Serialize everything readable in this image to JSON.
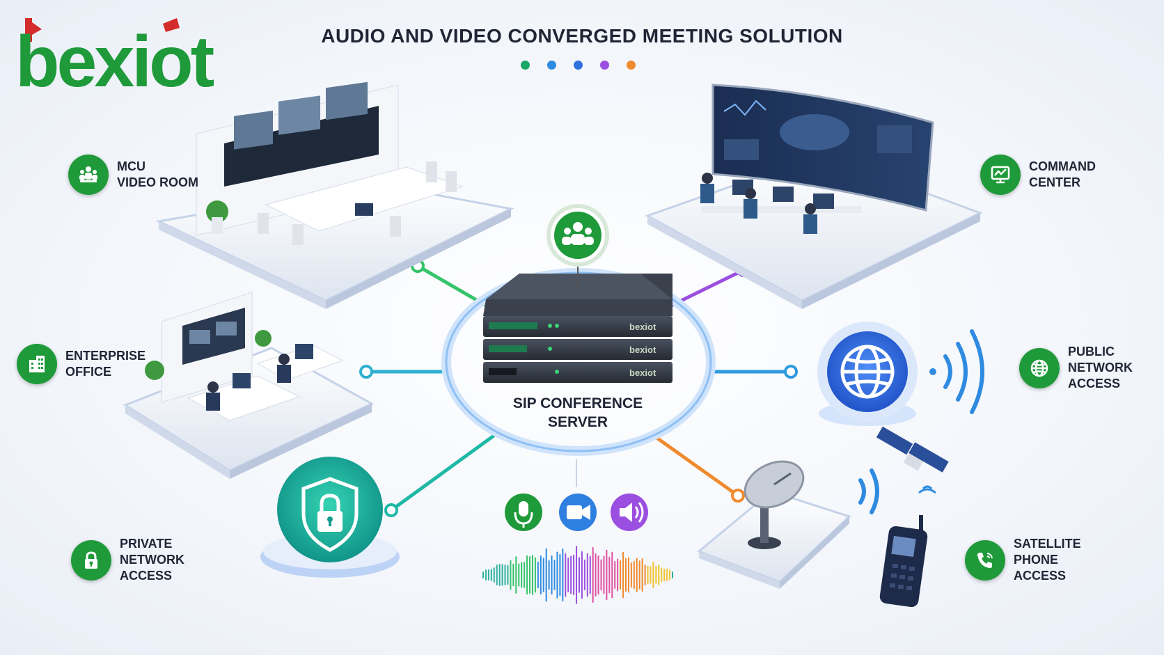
{
  "header": {
    "title": "AUDIO AND VIDEO CONVERGED MEETING SOLUTION",
    "logo_text": "bexiot",
    "accent_dots": [
      "#1aa866",
      "#2f8be0",
      "#2f6fe0",
      "#9b4fe0",
      "#f08a2e"
    ]
  },
  "center": {
    "server_label": "SIP CONFERENCE\nSERVER",
    "server_brand": "bexiot"
  },
  "nodes": {
    "mcu_video_room": {
      "label": "MCU\nVIDEO ROOM",
      "icon": "meeting-people-icon"
    },
    "command_center": {
      "label": "COMMAND\nCENTER",
      "icon": "monitor-chart-icon"
    },
    "enterprise_office": {
      "label": "ENTERPRISE\nOFFICE",
      "icon": "building-icon"
    },
    "public_network_access": {
      "label": "PUBLIC\nNETWORK\nACCESS",
      "icon": "globe-icon"
    },
    "private_network_access": {
      "label": "PRIVATE\nNETWORK\nACCESS",
      "icon": "lock-icon"
    },
    "satellite_phone_access": {
      "label": "SATELLITE\nPHONE\nACCESS",
      "icon": "phone-call-icon"
    }
  },
  "media_icons": [
    "microphone-icon",
    "video-camera-icon",
    "speaker-icon"
  ],
  "colors": {
    "brand_green": "#1f9a3a",
    "logo_red": "#d42b2b",
    "line_green": "#35c46a",
    "line_purple": "#9b4fe0",
    "line_blue": "#2f9be0",
    "line_teal": "#1fb8a6",
    "line_orange": "#f08a2e"
  }
}
